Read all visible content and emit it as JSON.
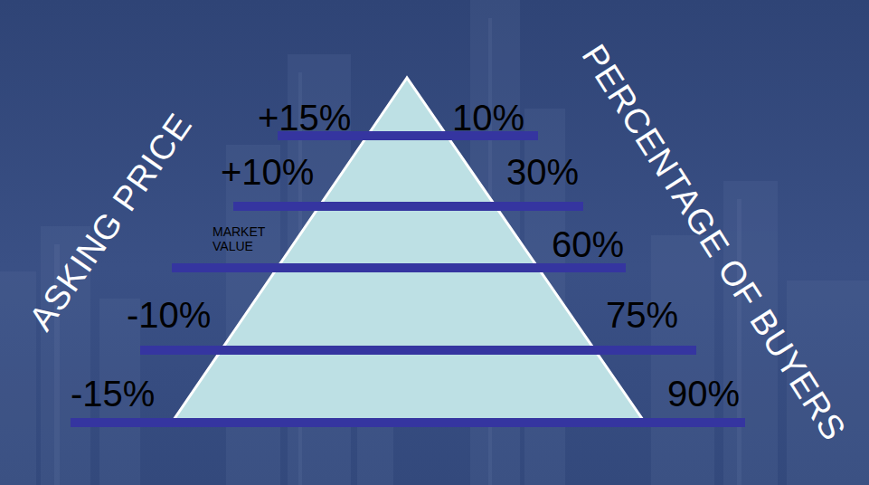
{
  "diagram": {
    "labels": [
      "ASKING PRICE",
      "PERCENTAGE OF BUYERS",
      "+15%",
      "10%",
      "+10%",
      "30%",
      "MARKET VALUE",
      "60%",
      "-10%",
      "75%",
      "-15%",
      "90%"
    ]
  }
}
